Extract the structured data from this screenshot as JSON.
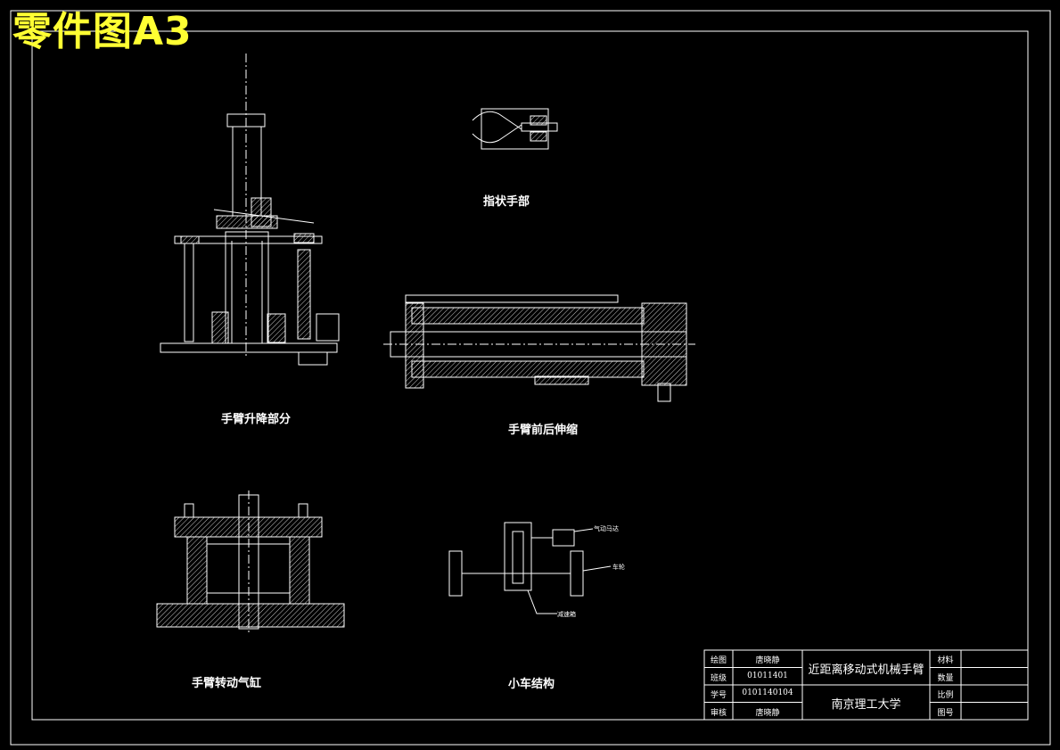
{
  "header": {
    "title": "零件图A3"
  },
  "views": {
    "finger_hand": "指状手部",
    "arm_lift": "手臂升降部分",
    "arm_extend": "手臂前后伸缩",
    "arm_rotate": "手臂转动气缸",
    "cart": "小车结构"
  },
  "cart_callouts": {
    "motor": "气动马达",
    "wheel": "车轮",
    "reducer": "减速箱"
  },
  "title_block": {
    "drawn_label": "绘图",
    "drawn_value": "唐晓静",
    "class_label": "班级",
    "class_value": "01011401",
    "student_label": "学号",
    "student_value": "0101140104",
    "review_label": "审核",
    "review_value": "唐晓静",
    "project_title": "近距离移动式机械手臂",
    "school": "南京理工大学",
    "material_label": "材料",
    "quantity_label": "数量",
    "scale_label": "比例",
    "drawing_no_label": "图号"
  },
  "colors": {
    "background": "#000000",
    "line": "#ffffff",
    "title": "#ffff33"
  }
}
